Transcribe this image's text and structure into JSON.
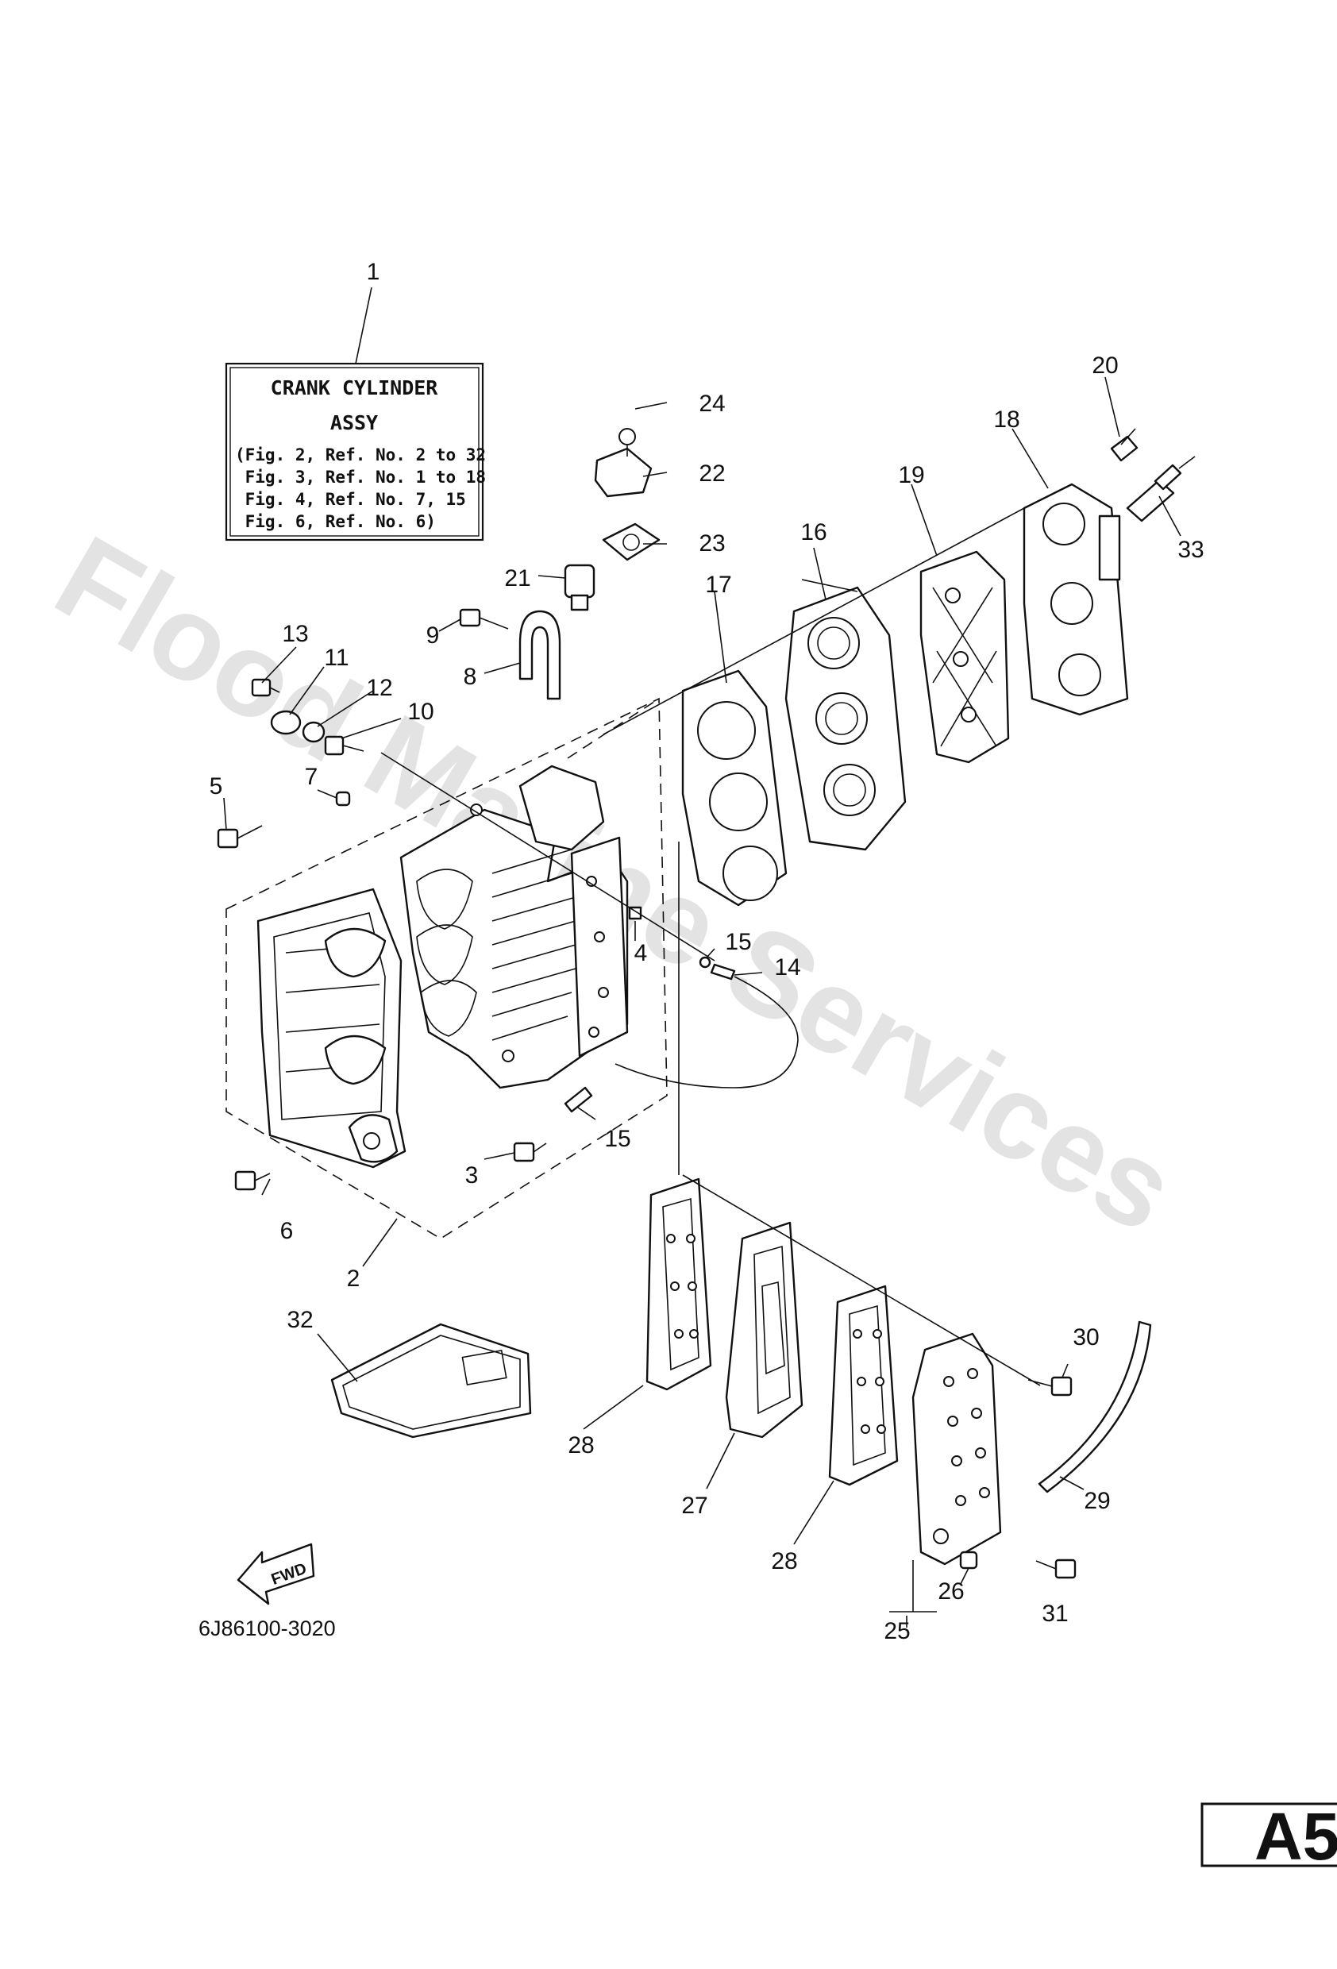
{
  "watermark": "Flood Marine Services",
  "label_box": {
    "title_line1": "CRANK CYLINDER",
    "title_line2": "ASSY",
    "lines": [
      "(Fig. 2, Ref. No. 2 to 32",
      " Fig. 3, Ref. No. 1 to 18",
      " Fig. 4, Ref. No. 7, 15",
      " Fig. 6, Ref. No. 6)"
    ]
  },
  "callouts": {
    "c1": "1",
    "c2": "2",
    "c3": "3",
    "c4": "4",
    "c5": "5",
    "c6": "6",
    "c7": "7",
    "c8": "8",
    "c9": "9",
    "c10": "10",
    "c11": "11",
    "c12": "12",
    "c13": "13",
    "c14": "14",
    "c15a": "15",
    "c15b": "15",
    "c16": "16",
    "c17": "17",
    "c18": "18",
    "c19": "19",
    "c20": "20",
    "c21": "21",
    "c22": "22",
    "c23": "23",
    "c24": "24",
    "c25": "25",
    "c26": "26",
    "c27": "27",
    "c28a": "28",
    "c28b": "28",
    "c29": "29",
    "c30": "30",
    "c31": "31",
    "c32": "32",
    "c33": "33"
  },
  "fwd_arrow": "FWD",
  "part_number": "6J86100-3020",
  "page_tab": "A5"
}
